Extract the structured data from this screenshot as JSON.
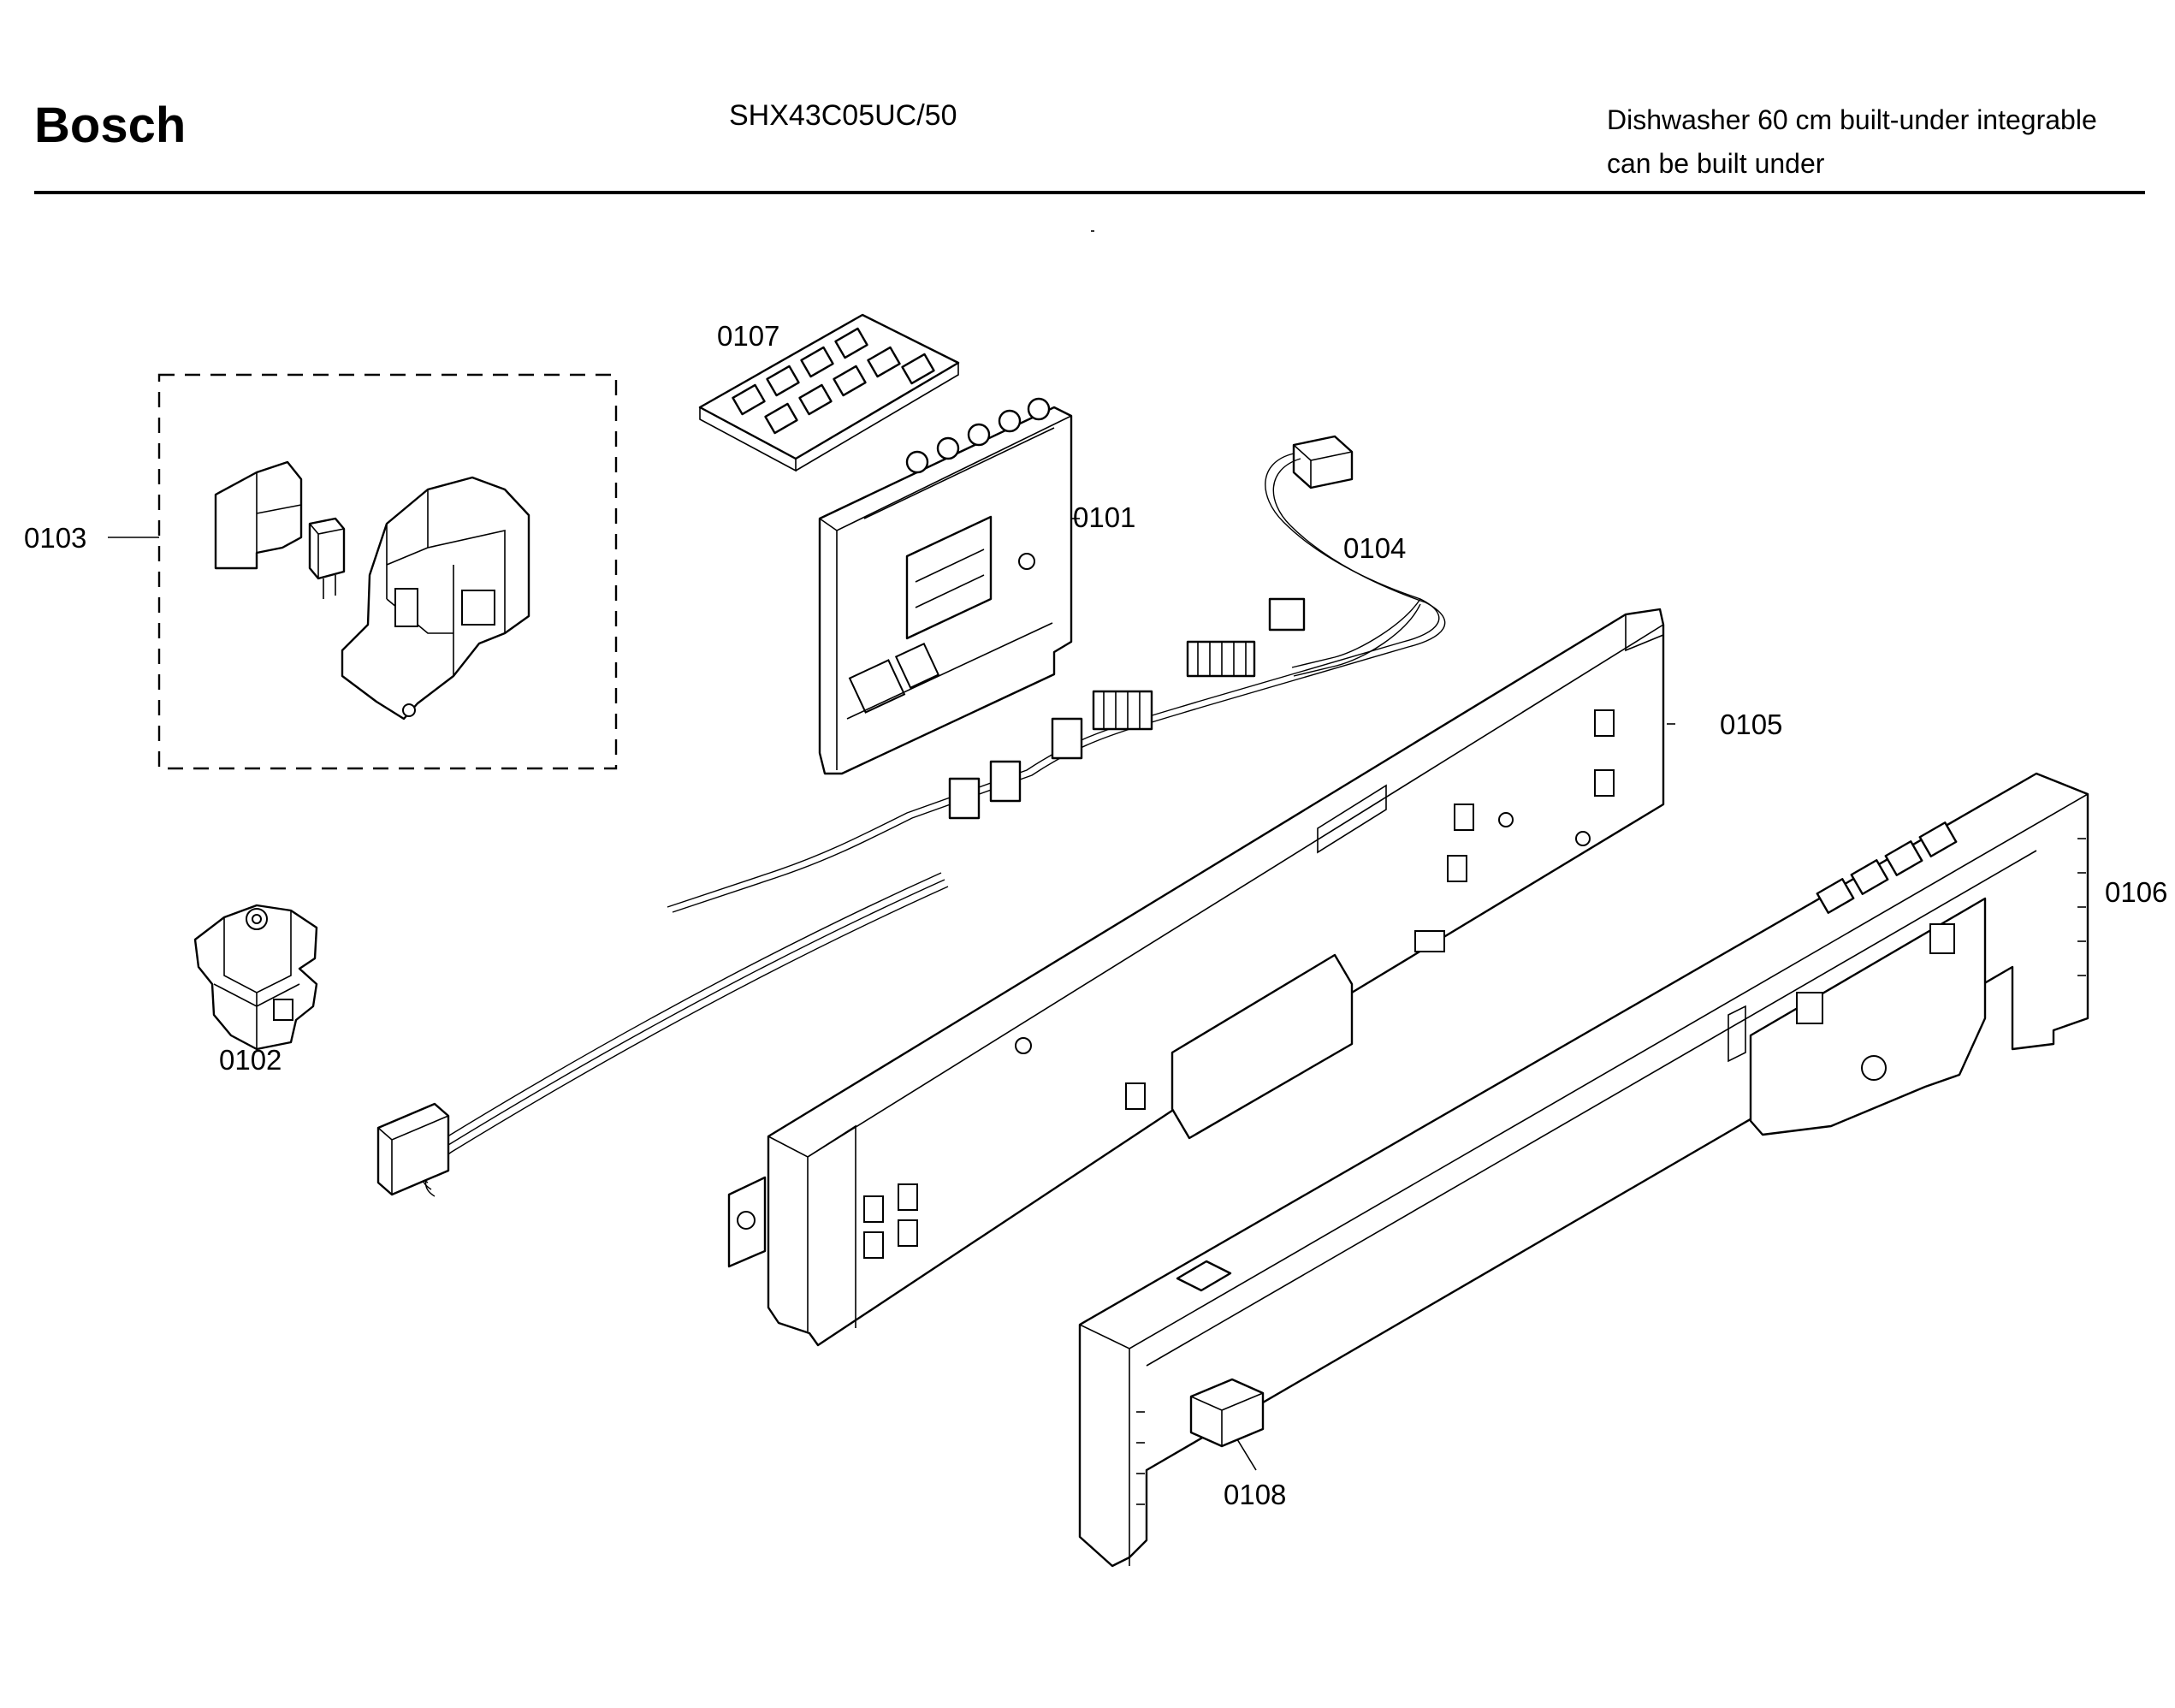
{
  "header": {
    "brand": "Bosch",
    "model": "SHX43C05UC/50",
    "description_line1": "Dishwasher 60 cm built-under integrable",
    "description_line2": "can be built under"
  },
  "callouts": {
    "p0101": "0101",
    "p0102": "0102",
    "p0103": "0103",
    "p0104": "0104",
    "p0105": "0105",
    "p0106": "0106",
    "p0107": "0107",
    "p0108": "0108"
  }
}
